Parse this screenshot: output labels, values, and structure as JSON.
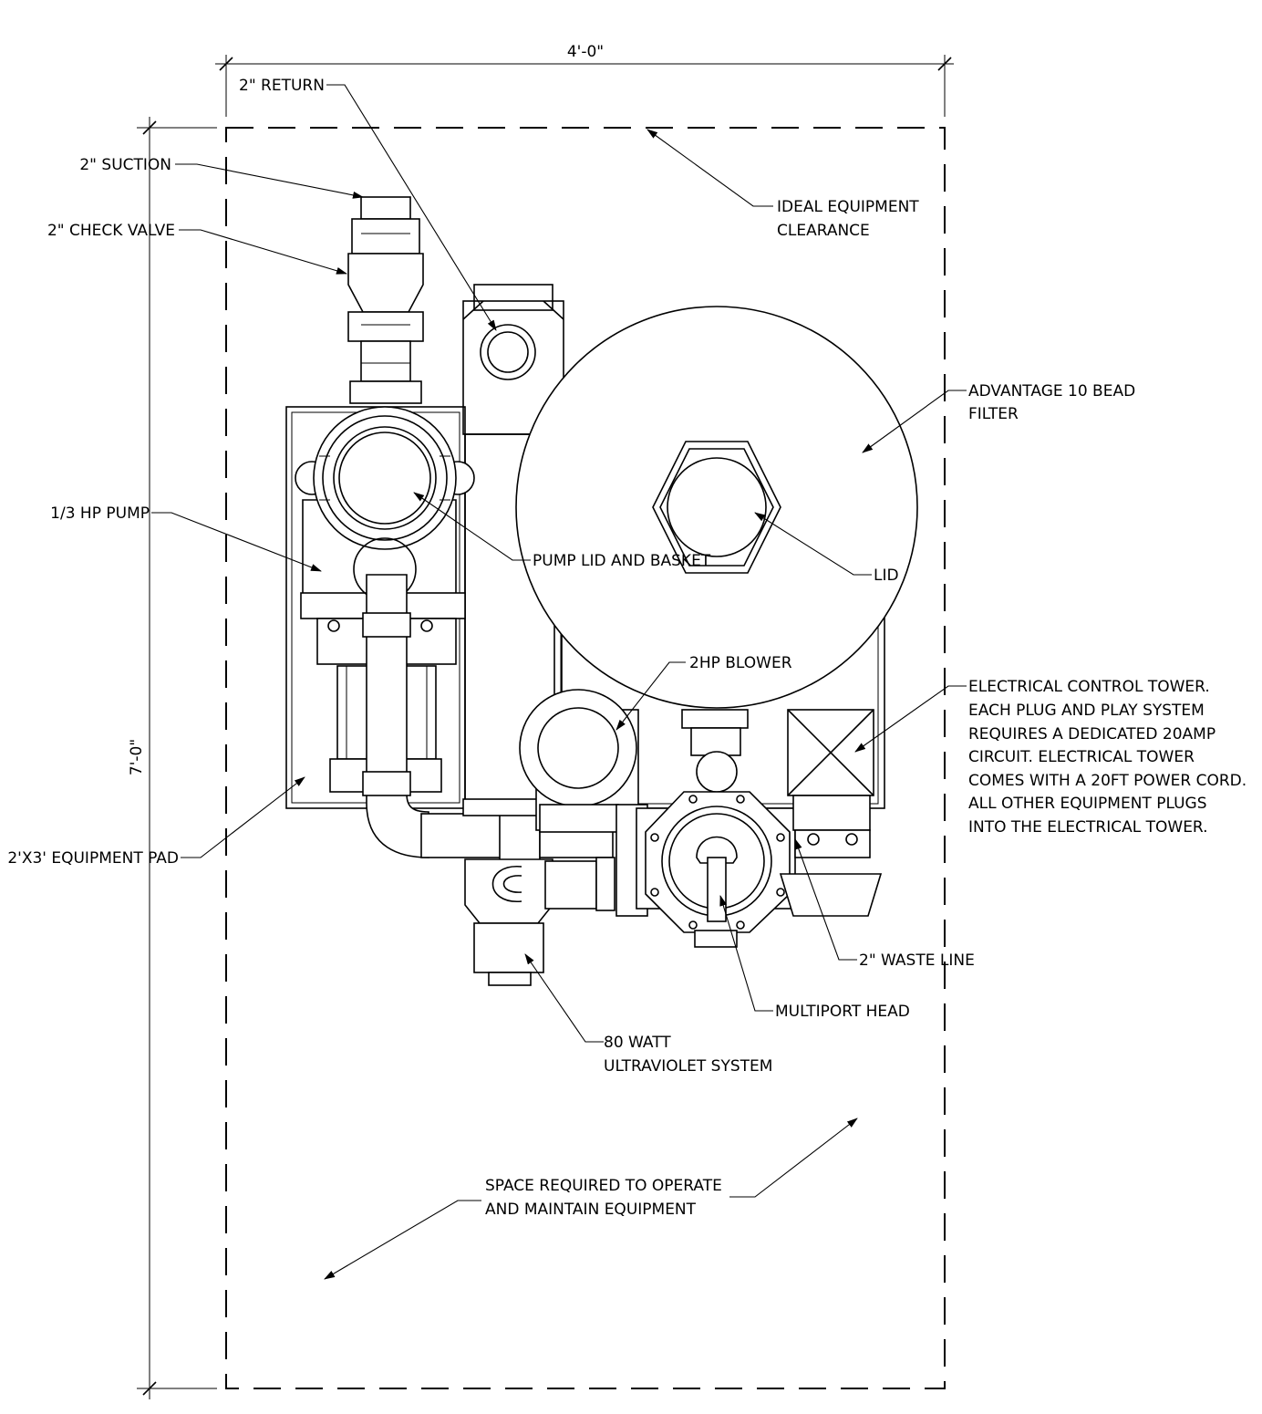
{
  "dimensions": {
    "width": "4'-0\"",
    "height": "7'-0\""
  },
  "labels": {
    "return": "2\" RETURN",
    "suction": "2\" SUCTION",
    "check_valve": "2\" CHECK VALVE",
    "clearance_1": "IDEAL EQUIPMENT",
    "clearance_2": "CLEARANCE",
    "filter_1": "ADVANTAGE 10 BEAD",
    "filter_2": "FILTER",
    "pump": "1/3 HP PUMP",
    "pump_lid": "PUMP LID AND BASKET",
    "lid": "LID",
    "blower": "2HP BLOWER",
    "control_tower": [
      "ELECTRICAL CONTROL TOWER.",
      "EACH PLUG AND PLAY SYSTEM",
      "REQUIRES A DEDICATED 20AMP",
      "CIRCUIT. ELECTRICAL TOWER",
      "COMES WITH A 20FT POWER CORD.",
      "ALL OTHER EQUIPMENT PLUGS",
      "INTO THE ELECTRICAL TOWER."
    ],
    "pad": "2'X3' EQUIPMENT PAD",
    "waste_line": "2\" WASTE LINE",
    "multiport": "MULTIPORT HEAD",
    "uv_1": "80 WATT",
    "uv_2": "ULTRAVIOLET SYSTEM",
    "space_1": "SPACE REQUIRED TO OPERATE",
    "space_2": "AND MAINTAIN EQUIPMENT"
  }
}
